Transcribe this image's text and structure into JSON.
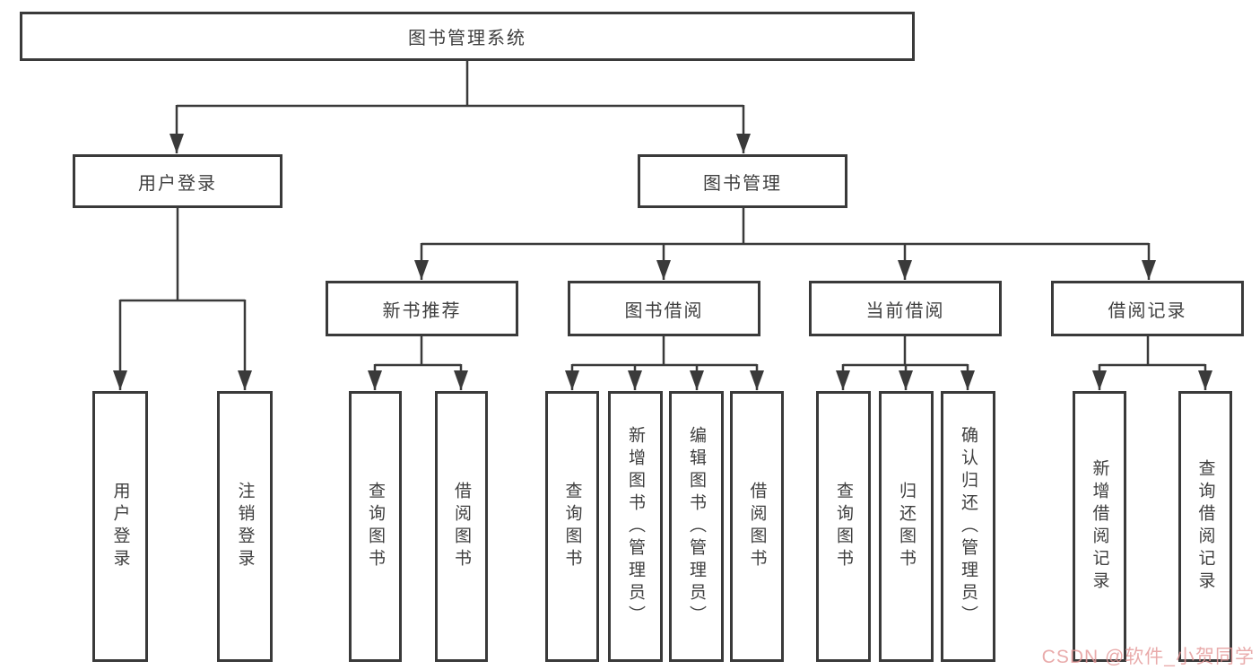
{
  "diagram": {
    "root": {
      "label": "图书管理系统"
    },
    "level2": [
      {
        "label": "用户登录",
        "children": [
          {
            "label": "用户登录"
          },
          {
            "label": "注销登录"
          }
        ]
      },
      {
        "label": "图书管理",
        "children": [
          {
            "label": "新书推荐",
            "children": [
              {
                "label": "查询图书"
              },
              {
                "label": "借阅图书"
              }
            ]
          },
          {
            "label": "图书借阅",
            "children": [
              {
                "label": "查询图书"
              },
              {
                "label": "新增图书（管理员）"
              },
              {
                "label": "编辑图书（管理员）"
              },
              {
                "label": "借阅图书"
              }
            ]
          },
          {
            "label": "当前借阅",
            "children": [
              {
                "label": "查询图书"
              },
              {
                "label": "归还图书"
              },
              {
                "label": "确认归还（管理员）"
              }
            ]
          },
          {
            "label": "借阅记录",
            "children": [
              {
                "label": "新增借阅记录"
              },
              {
                "label": "查询借阅记录"
              }
            ]
          }
        ]
      }
    ]
  },
  "watermark": {
    "text": "CSDN @软件_小贺同学"
  },
  "colors": {
    "line": "#3a3a3a",
    "watermark": "#e39696"
  }
}
